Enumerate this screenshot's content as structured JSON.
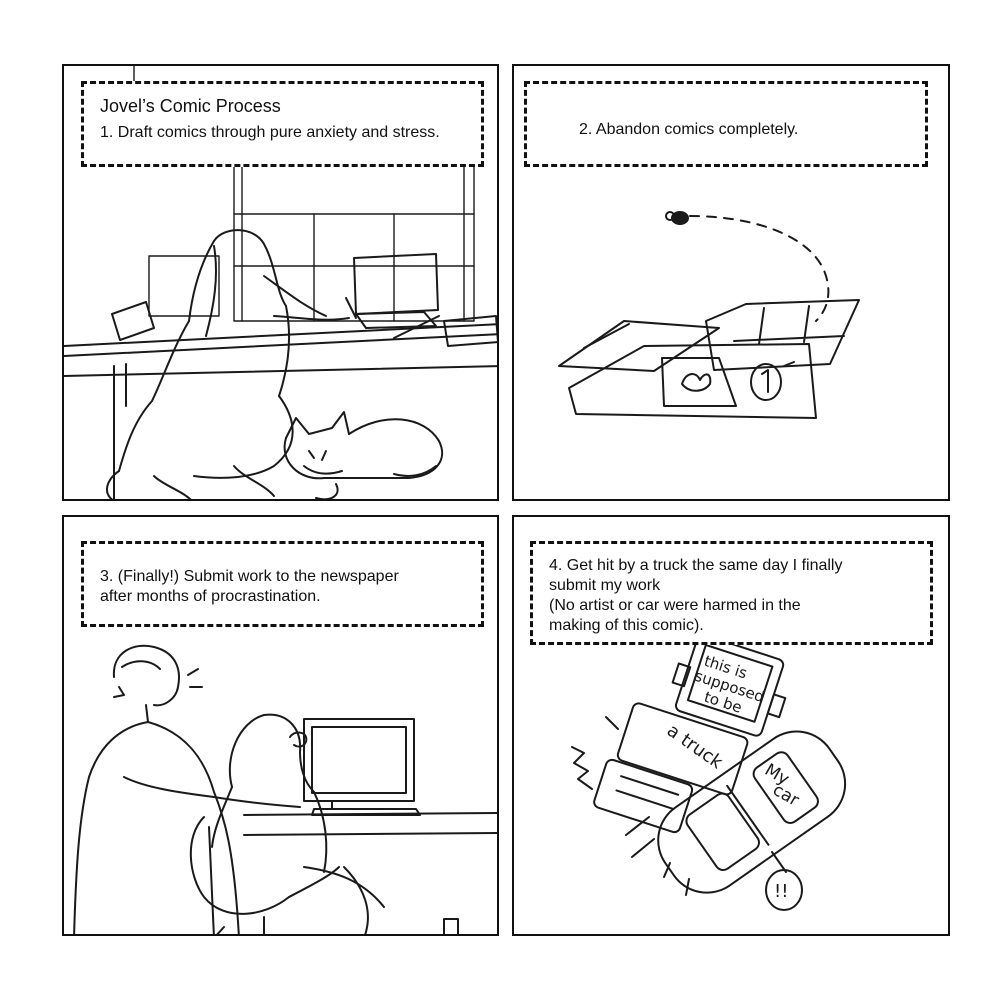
{
  "panels": [
    {
      "title": "Jovel’s Comic Process",
      "caption": "1. Draft comics through pure anxiety and stress."
    },
    {
      "caption": "2. Abandon comics completely."
    },
    {
      "caption_lines": [
        "3. (Finally!) Submit work to the newspaper",
        "after months of procrastination."
      ]
    },
    {
      "caption_lines": [
        "4. Get hit by a truck the same day I finally",
        "submit my work",
        "(No artist or car were harmed in the",
        "making of this comic)."
      ],
      "handwriting": {
        "truck_note_lines": [
          "this is",
          "supposed",
          "to be"
        ],
        "truck_label": "a truck",
        "car_label_lines": [
          "My",
          "car"
        ],
        "exclaim": "!!"
      }
    }
  ]
}
